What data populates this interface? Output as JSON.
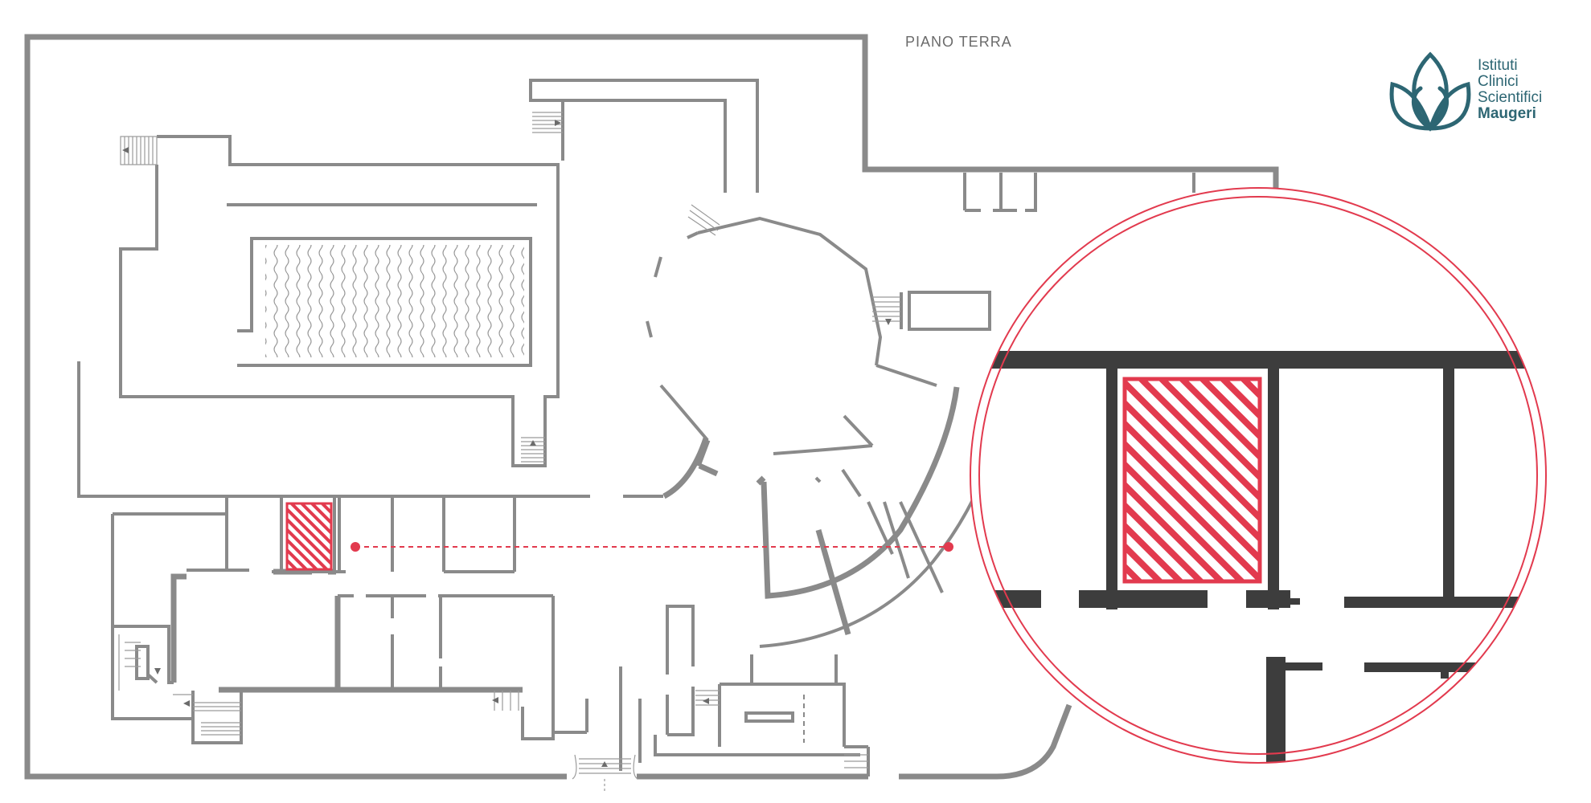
{
  "floor_label": "PIANO TERRA",
  "logo": {
    "lines": [
      "Istituti",
      "Clinici",
      "Scientifici",
      "Maugeri"
    ],
    "icon": "lotus-logo-icon"
  },
  "highlighted_room": {
    "icon": "hatched-room-marker",
    "color": "#e23a4e"
  },
  "colors": {
    "walls": "#8a8a8a",
    "zoom_walls": "#3d3d3d",
    "accent": "#e23a4e",
    "logo": "#2d6673"
  }
}
